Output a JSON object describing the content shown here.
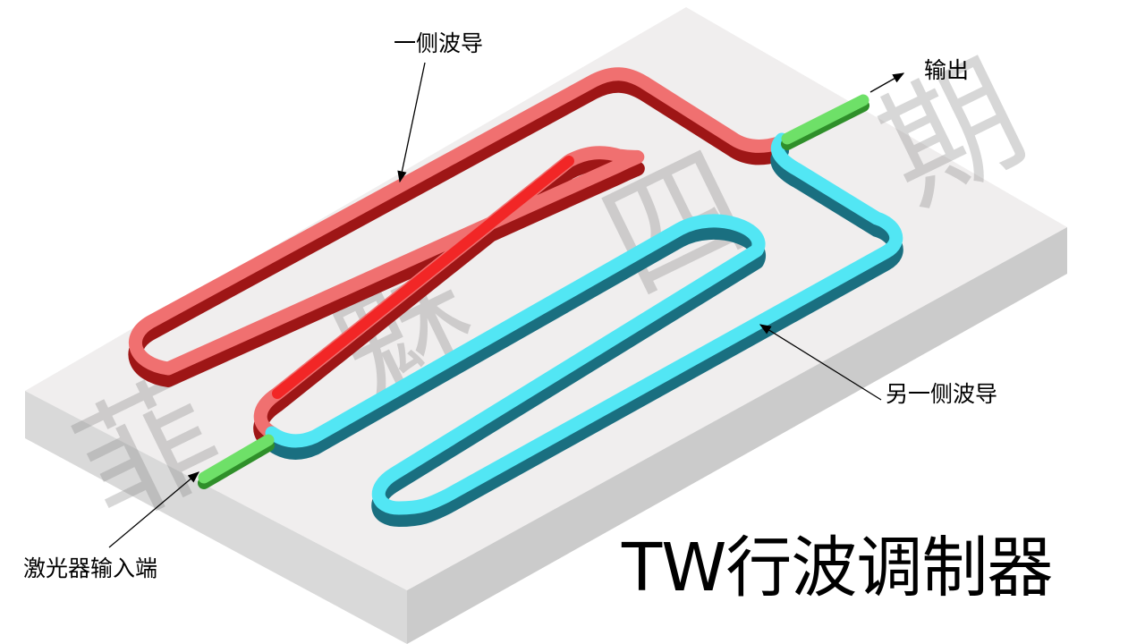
{
  "labels": {
    "left_waveguide": "一侧波导",
    "output": "输出",
    "other_waveguide": "另一侧波导",
    "laser_input": "激光器输入端"
  },
  "title": "TW行波调制器",
  "watermark": [
    "菲",
    "魅",
    "四",
    "期"
  ],
  "colors": {
    "substrate_top": "#f0eeee",
    "substrate_front": "#d8d8d8",
    "substrate_side": "#cfcfcf",
    "red_light": "#f07070",
    "red_dark": "#a01818",
    "red_bright": "#f02020",
    "cyan_light": "#50e8f4",
    "cyan_dark": "#1a6f80",
    "green": "#6ee068",
    "green_dark": "#2f8f2a"
  }
}
